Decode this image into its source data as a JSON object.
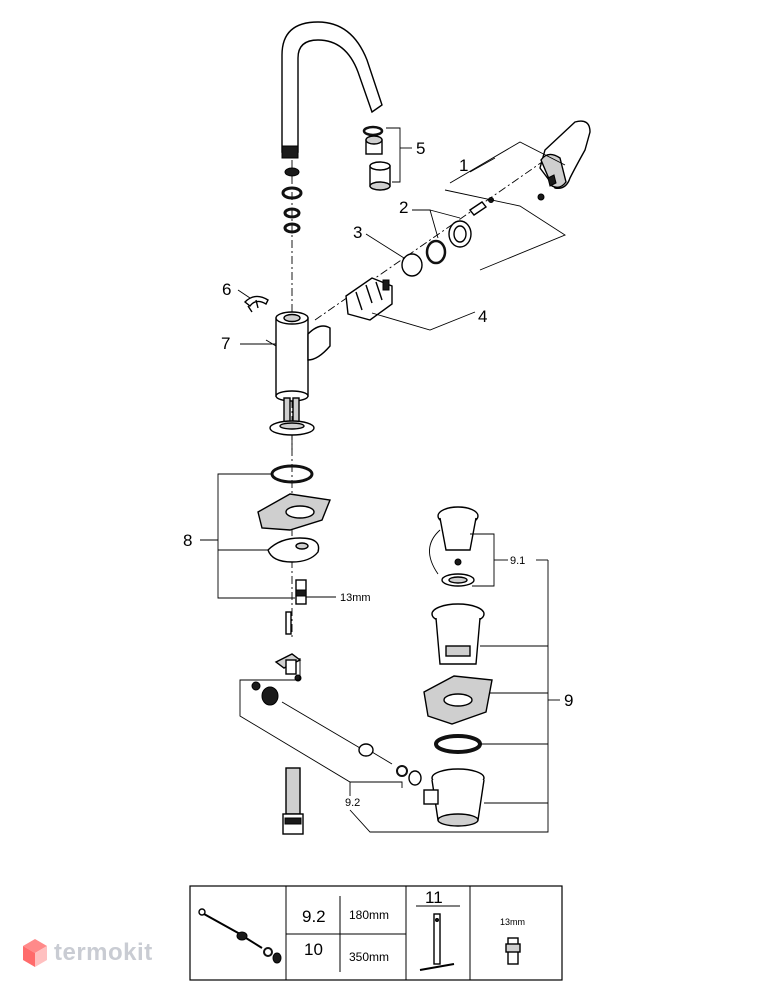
{
  "callouts": {
    "c1": "1",
    "c2": "2",
    "c3": "3",
    "c4": "4",
    "c5": "5",
    "c6": "6",
    "c7": "7",
    "c8": "8",
    "c9": "9",
    "c9_1": "9.1",
    "c9_2": "9.2",
    "wrench_size": "13mm"
  },
  "parts_table": {
    "rod_row_1_label": "9.2",
    "rod_row_1_length": "180mm",
    "rod_row_2_label": "10",
    "rod_row_2_length": "350mm",
    "tool_label": "11",
    "wrench_size": "13mm"
  },
  "watermark": {
    "brand": "termokit"
  },
  "colors": {
    "line": "#000000",
    "watermark": "#c9ccd3",
    "watermark_mark": "#ff6b6b"
  }
}
